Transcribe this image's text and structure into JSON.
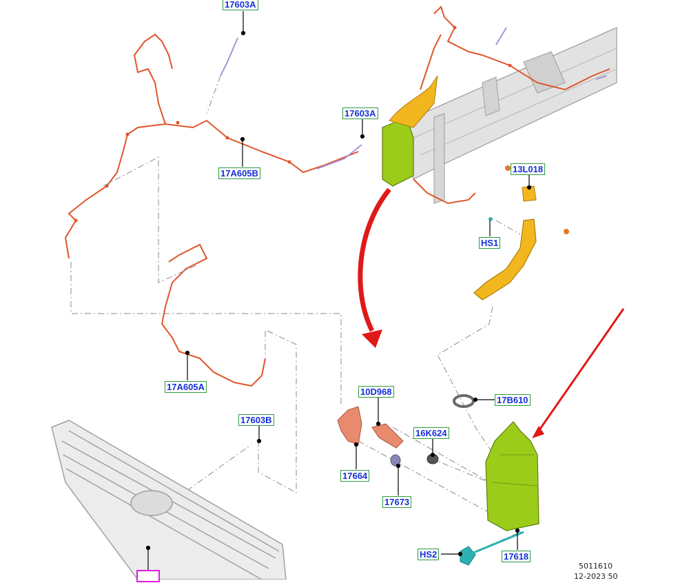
{
  "callouts": {
    "c1": "17603A",
    "c2": "17603A",
    "c3": "17A605B",
    "c4": "13L018",
    "c5": "HS1",
    "c6": "17A605A",
    "c7": "10D968",
    "c8": "17B610",
    "c9": "17603B",
    "c10": "16K624",
    "c11": "17664",
    "c12": "17673",
    "c13": "HS2",
    "c14": "17618"
  },
  "footer": {
    "figure_number": "5011610",
    "date_code": "12-2023 50"
  },
  "colors": {
    "harness": "#e0542a",
    "reservoir": "#9ccc1a",
    "filler_neck": "#f2b71f",
    "pump": "#e88a6e",
    "arrow": "#e01919",
    "callout_border": "#2f9a3f",
    "callout_text": "#1530d8",
    "magenta_box": "#e31bd6",
    "grille": "#c8c8c8",
    "fastener_teal": "#2ab2b2"
  },
  "icons": [
    "curved-arrow",
    "pointer-arrow"
  ]
}
